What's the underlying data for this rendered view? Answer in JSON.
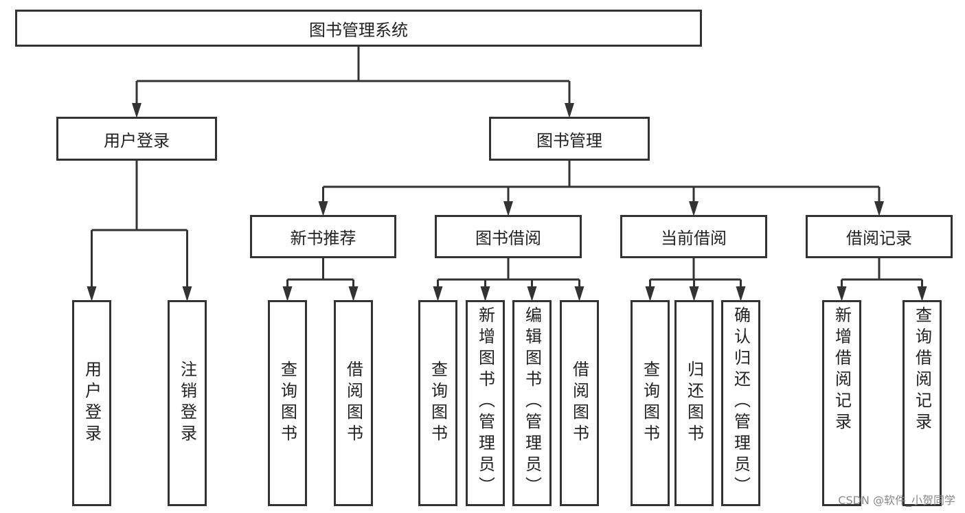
{
  "diagram": {
    "type": "tree",
    "colors": {
      "stroke": "#333333",
      "text": "#222222"
    },
    "root": {
      "id": "root",
      "label": "图书管理系统"
    },
    "level1": [
      {
        "id": "login",
        "label": "用户登录",
        "children": [
          {
            "id": "l1",
            "label": "用户登录"
          },
          {
            "id": "l2",
            "label": "注销登录"
          }
        ]
      },
      {
        "id": "books",
        "label": "图书管理"
      }
    ],
    "level2": [
      {
        "id": "newrec",
        "label": "新书推荐",
        "children": [
          {
            "id": "n1",
            "label": "查询图书"
          },
          {
            "id": "n2",
            "label": "借阅图书"
          }
        ]
      },
      {
        "id": "borrow",
        "label": "图书借阅",
        "children": [
          {
            "id": "b1",
            "label": "查询图书"
          },
          {
            "id": "b2",
            "label": "新增图书（管理员）"
          },
          {
            "id": "b3",
            "label": "编辑图书（管理员）"
          },
          {
            "id": "b4",
            "label": "借阅图书"
          }
        ]
      },
      {
        "id": "current",
        "label": "当前借阅",
        "children": [
          {
            "id": "c1",
            "label": "查询图书"
          },
          {
            "id": "c2",
            "label": "归还图书"
          },
          {
            "id": "c3",
            "label": "确认归还（管理员）"
          }
        ]
      },
      {
        "id": "records",
        "label": "借阅记录",
        "children": [
          {
            "id": "r1",
            "label": "新增借阅记录"
          },
          {
            "id": "r2",
            "label": "查询借阅记录"
          }
        ]
      }
    ]
  },
  "watermark": "CSDN @软件_小贺同学"
}
